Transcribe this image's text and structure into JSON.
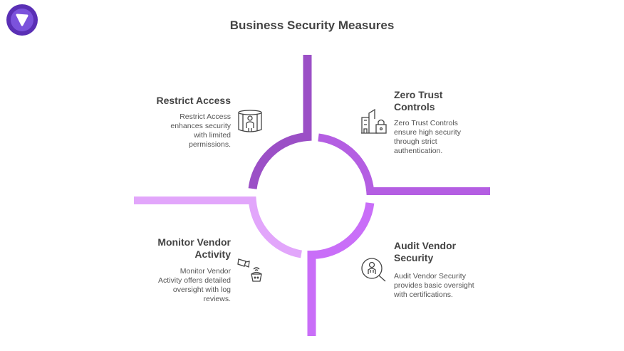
{
  "title": "Business Security Measures",
  "colors": {
    "restrict": "#9b4fc6",
    "zero_trust": "#b45ee2",
    "audit": "#c96ef8",
    "monitor": "#e2a6fb",
    "logo": "#6a3fc8"
  },
  "sections": [
    {
      "id": "restrict",
      "title": "Restrict Access",
      "description": [
        "Restrict Access",
        "enhances security",
        "with limited",
        "permissions."
      ],
      "icon": "person-shield-icon"
    },
    {
      "id": "zero_trust",
      "title": [
        "Zero Trust",
        "Controls"
      ],
      "description": [
        "Zero Trust Controls",
        "ensure high security",
        "through strict",
        "authentication."
      ],
      "icon": "building-lock-icon"
    },
    {
      "id": "monitor",
      "title": [
        "Monitor Vendor",
        "Activity"
      ],
      "description": [
        "Monitor Vendor",
        "Activity offers detailed",
        "oversight with log",
        "reviews."
      ],
      "icon": "camera-monitor-icon"
    },
    {
      "id": "audit",
      "title": [
        "Audit Vendor",
        "Security"
      ],
      "description": [
        "Audit Vendor Security",
        "provides basic oversight",
        "with certifications."
      ],
      "icon": "magnifier-audit-icon"
    }
  ]
}
